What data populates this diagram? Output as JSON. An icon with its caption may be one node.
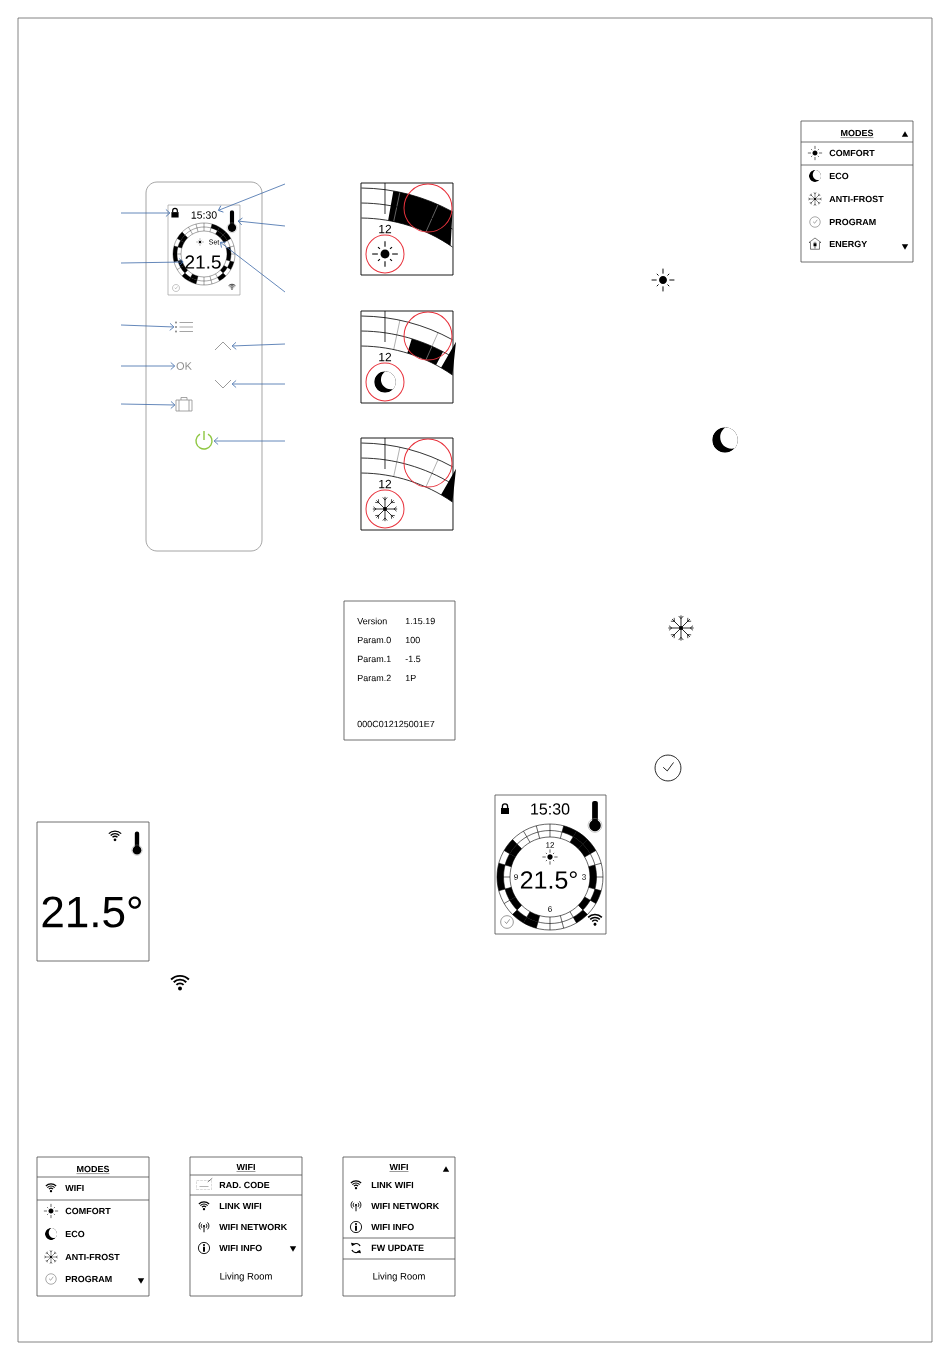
{
  "diagram": {
    "nodes": [
      {
        "text": [],
        "shape": "box"
      },
      {
        "text": [],
        "shape": "box",
        "in": 0
      },
      {
        "text": [],
        "shape": "lock",
        "in": 1
      },
      {
        "text": [
          "15:30"
        ],
        "in": 1
      },
      {
        "text": [],
        "shape": "thermometer",
        "in": 1
      },
      {
        "text": [
          "21.5"
        ],
        "in": 1
      },
      {
        "text": [
          "Set"
        ],
        "in": 1
      },
      {
        "text": [],
        "shape": "list",
        "in": 0
      },
      {
        "text": [
          "OK"
        ],
        "in": 0
      },
      {
        "text": [],
        "shape": "briefcase",
        "in": 0
      },
      {
        "text": [],
        "shape": "chevron",
        "in": 0
      },
      {
        "text": [],
        "shape": "chevron",
        "in": 0
      },
      {
        "text": [],
        "shape": "power",
        "in": 0
      },
      {
        "text": [
          "12"
        ]
      },
      {
        "text": [
          "12"
        ]
      },
      {
        "text": [
          "12"
        ]
      },
      {
        "text": [
          "MODES",
          "COMFORT",
          "ECO",
          "ANTI-FROST",
          "PROGRAM",
          "ENERGY"
        ]
      },
      {
        "text": [
          "Version",
          "1.15.19",
          "Param.0",
          "100",
          "Param.1",
          "-1.5",
          "Param.2",
          "1P",
          "000C012125001E7"
        ]
      },
      {
        "text": [
          "21.5°"
        ]
      },
      {
        "text": [
          "15:30",
          "12",
          "9",
          "21.5°",
          "3",
          "6"
        ]
      },
      {
        "text": [
          "MODES",
          "WIFI",
          "COMFORT",
          "ECO",
          "ANTI-FROST",
          "PROGRAM"
        ]
      },
      {
        "text": [
          "WIFI",
          "RAD. CODE",
          "LINK WIFI",
          "WIFI NETWORK",
          "WIFI INFO",
          "Living Room"
        ]
      },
      {
        "text": [
          "WIFI",
          "LINK WIFI",
          "WIFI NETWORK",
          "WIFI INFO",
          "FW UPDATE",
          "Living Room"
        ]
      }
    ],
    "edges": [
      {
        "from": null,
        "to": 2,
        "arrow": "to"
      },
      {
        "from": null,
        "to": 3,
        "arrow": "to"
      },
      {
        "from": null,
        "to": 4,
        "arrow": "to"
      },
      {
        "from": null,
        "to": 5,
        "arrow": "to"
      },
      {
        "from": null,
        "to": 6,
        "arrow": "to"
      },
      {
        "from": null,
        "to": 7,
        "arrow": "to"
      },
      {
        "from": null,
        "to": 10,
        "arrow": "to"
      },
      {
        "from": null,
        "to": 8,
        "arrow": "to"
      },
      {
        "from": null,
        "to": 11,
        "arrow": "to"
      },
      {
        "from": null,
        "to": 9,
        "arrow": "to"
      },
      {
        "from": null,
        "to": 12,
        "arrow": "to"
      }
    ]
  }
}
